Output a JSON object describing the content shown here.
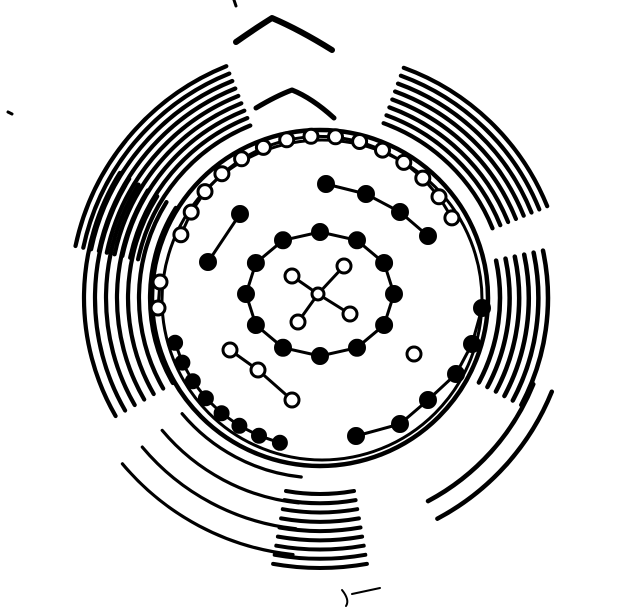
{
  "colors": {
    "ink": "#000000",
    "paper": "#ffffff"
  },
  "figure": {
    "subject": "circular-dotted-design",
    "motif": [
      "concentric-rings",
      "chains-of-dots",
      "radiating-arc-bands"
    ]
  }
}
